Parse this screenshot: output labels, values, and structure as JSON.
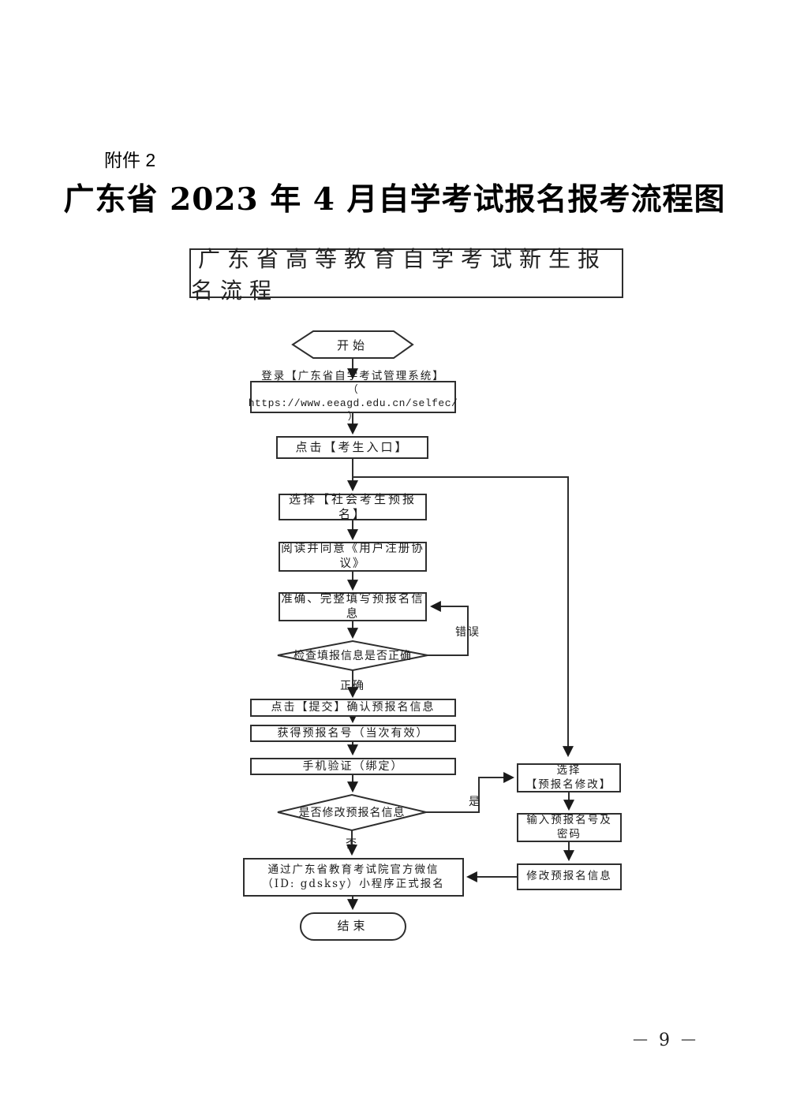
{
  "page": {
    "attachment": "附件 2",
    "title": "广东省 2023 年 4 月自学考试报名报考流程图"
  },
  "flowchart": {
    "title": "广东省高等教育自学考试新生报名流程",
    "start": "开始",
    "login": {
      "line1": "登录【广东省自学考试管理系统】",
      "line2": "（ https://www.eeagd.edu.cn/selfec/ ）"
    },
    "click_entrance": "点击【考生入口】",
    "select_preregister": "选择【社会考生预报名】",
    "agree_protocol": "阅读并同意《用户注册协议》",
    "fill_info": "准确、完整填写预报名信息",
    "check_decision": "检查填报信息是否正确",
    "label_error": "错误",
    "label_correct": "正确",
    "submit_confirm": "点击【提交】确认预报名信息",
    "get_number": "获得预报名号（当次有效）",
    "phone_verify": "手机验证（绑定）",
    "modify_decision": "是否修改预报名信息",
    "label_yes": "是",
    "label_no": "否",
    "official": {
      "line1": "通过广东省教育考试院官方微信",
      "line2": "（ID: gdsksy）小程序正式报名"
    },
    "end": "结束",
    "select_modify": {
      "line1": "选择",
      "line2": "【预报名修改】"
    },
    "input_credentials": {
      "line1": "输入预报名号及",
      "line2": "密码"
    },
    "modify_info": "修改预报名信息"
  },
  "footer": {
    "dash": "—",
    "page_number": "9"
  },
  "colors": {
    "line": "#2e2e2e",
    "text": "#1c1c1c",
    "background": "#ffffff"
  }
}
